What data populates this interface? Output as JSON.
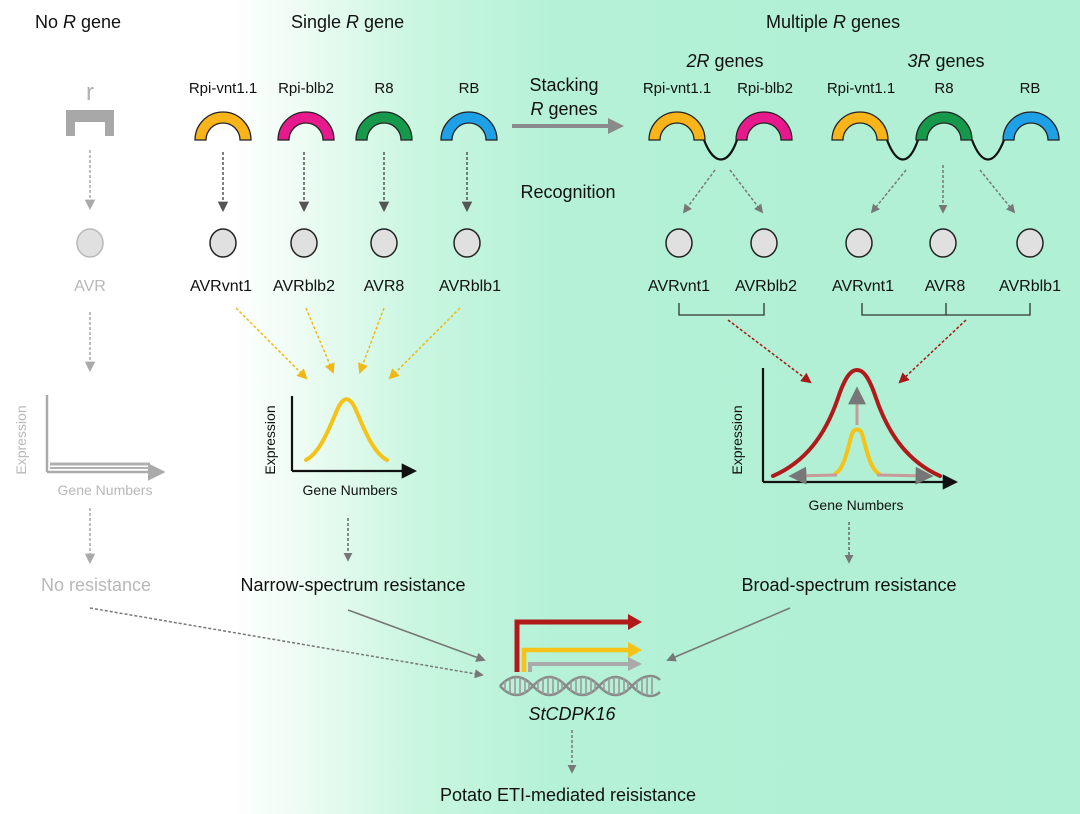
{
  "headers": {
    "no_r": {
      "pre": "No ",
      "r": "R",
      "post": " gene"
    },
    "single_r": {
      "pre": "Single ",
      "r": "R",
      "post": " gene"
    },
    "multi_r": {
      "pre": "Multiple ",
      "r": "R",
      "post": " genes"
    }
  },
  "no_r_column": {
    "gene_letter": "r",
    "protein": "AVR",
    "chart": {
      "ylabel": "Expression",
      "xlabel": "Gene Numbers"
    },
    "outcome": "No resistance"
  },
  "single_r_column": {
    "genes": [
      "Rpi-vnt1.1",
      "Rpi-blb2",
      "R8",
      "RB"
    ],
    "proteins": [
      "AVRvnt1",
      "AVRblb2",
      "AVR8",
      "AVRblb1"
    ],
    "chart": {
      "ylabel": "Expression",
      "xlabel": "Gene Numbers"
    },
    "outcome": "Narrow-spectrum resistance"
  },
  "stacking": {
    "line1": "Stacking",
    "line2_r": "R",
    "line2_post": " genes",
    "recognition": "Recognition"
  },
  "two_r": {
    "title": {
      "num": "2",
      "r": "R",
      "post": " genes"
    },
    "genes": [
      "Rpi-vnt1.1",
      "Rpi-blb2"
    ],
    "proteins": [
      "AVRvnt1",
      "AVRblb2"
    ]
  },
  "three_r": {
    "title": {
      "num": "3",
      "r": "R",
      "post": " genes"
    },
    "genes": [
      "Rpi-vnt1.1",
      "R8",
      "RB"
    ],
    "proteins": [
      "AVRvnt1",
      "AVR8",
      "AVRblb1"
    ]
  },
  "multi_chart": {
    "ylabel": "Expression",
    "xlabel": "Gene Numbers",
    "outcome": "Broad-spectrum resistance"
  },
  "center": {
    "gene": "StCDPK16",
    "outcome": "Potato ETI-mediated reisistance"
  },
  "colors": {
    "Rpi-vnt1.1": "#f8b418",
    "Rpi-blb2": "#e8198c",
    "R8": "#16994a",
    "RB": "#1ea0e6",
    "protein_fill": "#e0e0e0",
    "arrow_dark": "#555555",
    "arrow_gold": "#f1b814",
    "arrow_red": "#a81818",
    "grey_text": "#b8b8b8",
    "curve_gold": "#f5c218",
    "curve_red": "#b01a1a",
    "dna": "#888888"
  }
}
